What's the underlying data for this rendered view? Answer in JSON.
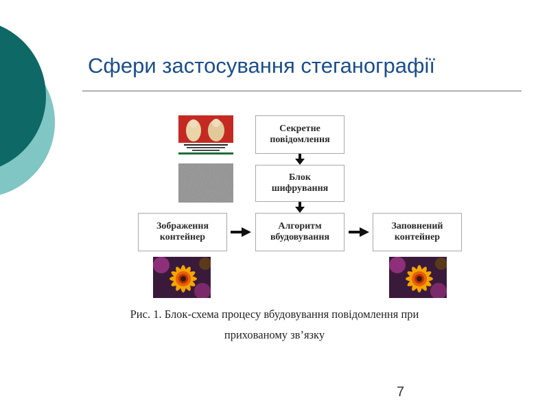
{
  "slide": {
    "title": "Сфери застосування стеганографії",
    "page_number": "7"
  },
  "diagram": {
    "blocks": {
      "secret_message": "Секретне\nповідомлення",
      "encryption_block": "Блок\nшифрування",
      "embedding_algorithm": "Алгоритм\nвбудовування",
      "container_image": "Зображення\nконтейнер",
      "filled_container": "Заповнений\nконтейнер"
    }
  },
  "caption": {
    "line1": "Рис. 1. Блок-схема процесу вбудовування повідомлення при",
    "line2": "прихованому зв’язку"
  },
  "colors": {
    "title": "#1a4e8c",
    "circle_dark": "#0e6866",
    "circle_light": "#7fc6c4",
    "box_border": "#a8a8a8"
  }
}
